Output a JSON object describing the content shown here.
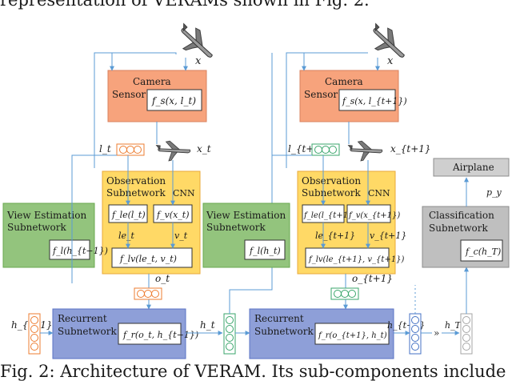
{
  "header_text": "representation of VERAMs shown in Fig. 2.",
  "caption": "Fig. 2: Architecture of VERAM. Its sub-components include",
  "colors": {
    "camera": "#f7a37c",
    "camera_border": "#d9805e",
    "observation": "#ffd966",
    "observation_border": "#e8a93a",
    "view": "#93c47d",
    "view_border": "#6aa84f",
    "recurrent": "#8e9fd8",
    "recurrent_border": "#5b73c4",
    "classification": "#bfbfbf",
    "classification_border": "#8c8c8c",
    "airplane": "#cfcfcf",
    "arrow": "#5b9bd5",
    "orange_unit": "#ed7d31",
    "green_unit": "#3aa66b",
    "blue_unit": "#4472c4"
  },
  "left": {
    "camera": {
      "title_line1": "Camera",
      "title_line2": "Sensor",
      "func": "f_s(x, l_t)",
      "input": "x"
    },
    "glimpse_loc": "l_t",
    "glimpse_out": "x_t",
    "observation": {
      "title_line1": "Observation",
      "title_line2": "Subnetwork",
      "cnn": "CNN",
      "f_le": "f_le(l_t)",
      "f_v": "f_v(x_t)",
      "le": "le_t",
      "v": "v_t",
      "f_lv": "f_lv(le_t, v_t)"
    },
    "obs_out": "o_t",
    "view": {
      "title_line1": "View Estimation",
      "title_line2": "Subnetwork",
      "func": "f_l(h_{t−1})"
    },
    "recurrent": {
      "title_line1": "Recurrent",
      "title_line2": "Subnetwork",
      "func": "f_r(o_t, h_{t−1})"
    },
    "h_in": "h_{t−1}",
    "h_out": "h_t"
  },
  "right": {
    "camera": {
      "title_line1": "Camera",
      "title_line2": "Sensor",
      "func": "f_s(x, l_{t+1})",
      "input": "x"
    },
    "glimpse_loc": "l_{t+1}",
    "glimpse_out": "x_{t+1}",
    "observation": {
      "title_line1": "Observation",
      "title_line2": "Subnetwork",
      "cnn": "CNN",
      "f_le": "f_le(l_{t+1})",
      "f_v": "f_v(x_{t+1})",
      "le": "le_{t+1}",
      "v": "v_{t+1}",
      "f_lv": "f_lv(le_{t+1}, v_{t+1})"
    },
    "obs_out": "o_{t+1}",
    "view": {
      "title_line1": "View Estimation",
      "title_line2": "Subnetwork",
      "func": "f_l(h_t)"
    },
    "recurrent": {
      "title_line1": "Recurrent",
      "title_line2": "Subnetwork",
      "func": "f_r(o_{t+1}, h_t)"
    },
    "h_out": "h_{t+1}"
  },
  "classification": {
    "title_line1": "Classification",
    "title_line2": "Subnetwork",
    "func": "f_c(h_T)"
  },
  "airplane_label": "Airplane",
  "p_y": "p_y",
  "h_T": "h_T",
  "ellipsis": "»"
}
